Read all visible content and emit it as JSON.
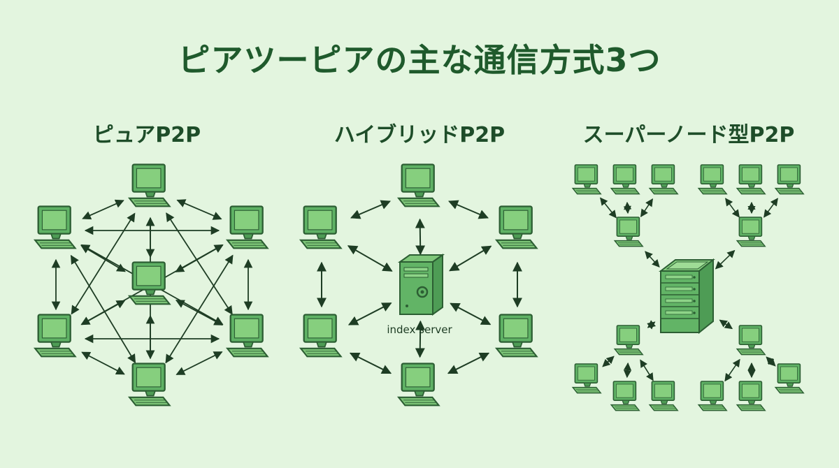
{
  "title": "ピアツーピアの主な通信方式3つ",
  "panels": [
    {
      "title": "ピュアP2P"
    },
    {
      "title": "ハイブリッドP2P",
      "server_label": "index server"
    },
    {
      "title": "スーパーノード型P2P"
    }
  ],
  "colors": {
    "background": "#e3f5df",
    "title": "#1f5a2c",
    "node_fill": "#5fb265",
    "screen": "#86cf7e",
    "outline": "#2c5e33",
    "arrow": "#1e3d24"
  },
  "icons": {
    "node": "computer-icon",
    "index_server": "server-icon",
    "supernode_hub": "server-rack-icon"
  }
}
